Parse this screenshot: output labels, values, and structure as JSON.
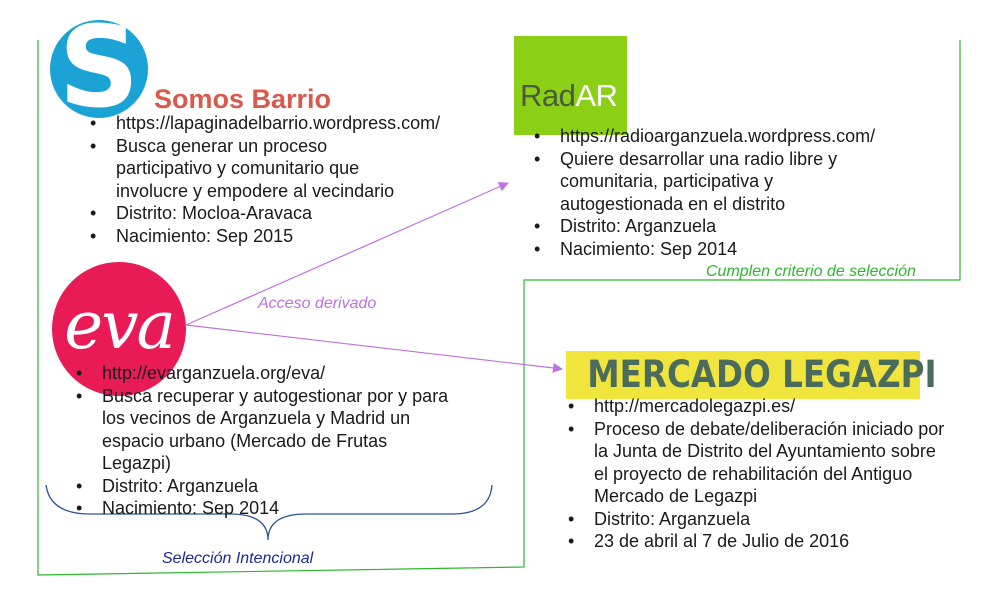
{
  "somos": {
    "logo_letter": "S",
    "name": "Somos Barrio",
    "items": [
      "https://lapaginadelbarrio.wordpress.com/",
      " Busca generar un proceso participativo y comunitario que involucre y empodere al vecindario",
      " Distrito: Mocloa-Aravaca",
      " Nacimiento: Sep 2015"
    ]
  },
  "radar": {
    "logo_text_dark": "Rad",
    "logo_text_light": "AR",
    "items": [
      "https://radioarganzuela.wordpress.com/",
      " Quiere desarrollar una radio libre y comunitaria, participativa y autogestionada en el distrito",
      "Distrito: Arganzuela",
      "Nacimiento: Sep 2014"
    ]
  },
  "eva": {
    "logo_text": "eva",
    "items": [
      "http://evarganzuela.org/eva/",
      " Busca recuperar y autogestionar por y para los vecinos de Arganzuela y Madrid un espacio urbano (Mercado de Frutas Legazpi)",
      " Distrito: Arganzuela",
      " Nacimiento: Sep 2014"
    ]
  },
  "mercado": {
    "logo_text": "MERCADO LEGAZPI",
    "items": [
      "http://mercadolegazpi.es/",
      " Proceso de debate/deliberación iniciado por la Junta de Distrito del Ayuntamiento sobre el proyecto de rehabilitación del Antiguo Mercado de Legazpi",
      " Distrito: Arganzuela",
      " 23 de abril al 7 de Julio de 2016"
    ]
  },
  "labels": {
    "selection_criteria": "Cumplen criterio de selección",
    "derived_access": "Acceso derivado",
    "intentional_selection": "Selección Intencional"
  },
  "colors": {
    "boundary_line": "#2eb82e",
    "arrow": "#c070e0",
    "brace": "#2f5597",
    "somos_blue": "#1ba3d6",
    "somos_red": "#d75a4c",
    "radar_green": "#8ccf17",
    "eva_pink": "#e81b57",
    "mercado_yellow": "#f0e53c"
  }
}
